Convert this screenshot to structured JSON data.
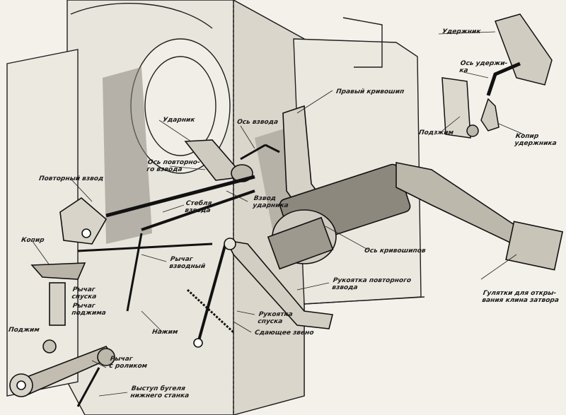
{
  "labels": {
    "uderzhnik": "Удержник",
    "os_uderzhnika": "Ось удержи-\nка",
    "podzhim_top": "Подзжим",
    "kopir_uderzhnika": "Копир\nудержника",
    "pravy_krivoship": "Правый кривошип",
    "udarnik": "Ударник",
    "os_vzvoda": "Ось взвода",
    "os_povtornogo_vzvoda": "Ось повторно-\nго взвода",
    "povtorny_vzvod": "Повторный взвод",
    "steblya_vzvoda": "Стебля\nвзвода",
    "vzvod_udarnika": "Взвод\nударника",
    "kopir": "Копир",
    "os_krivoshipov": "Ось кривошипов",
    "rukoyatka_povtornogo_vzvoda": "Рукоятка повторного\nвзвода",
    "rychag_vzvodnyi": "Рычаг\nвзводный",
    "rychag_spuska": "Рычаг\nспуска",
    "rychag_podzhima": "Рычаг\nподжима",
    "podzhim": "Поджим",
    "nazhim": "Нажим",
    "rukoyatka_spuska": "Рукоятка\nспуска",
    "gulyatki": "Гулятки для откры-\nвания клина затвора",
    "sdayushchee_zveno": "Сдающее звено",
    "rychag_s_rolikom": "Рычаг\nс роликом",
    "vystup_bugel": "Выступ бугеля\nнижнего станка"
  },
  "icons": [
    "gun-breech-body",
    "firing-mechanism",
    "crank-shaft",
    "roller-lever",
    "retainer-assembly"
  ]
}
